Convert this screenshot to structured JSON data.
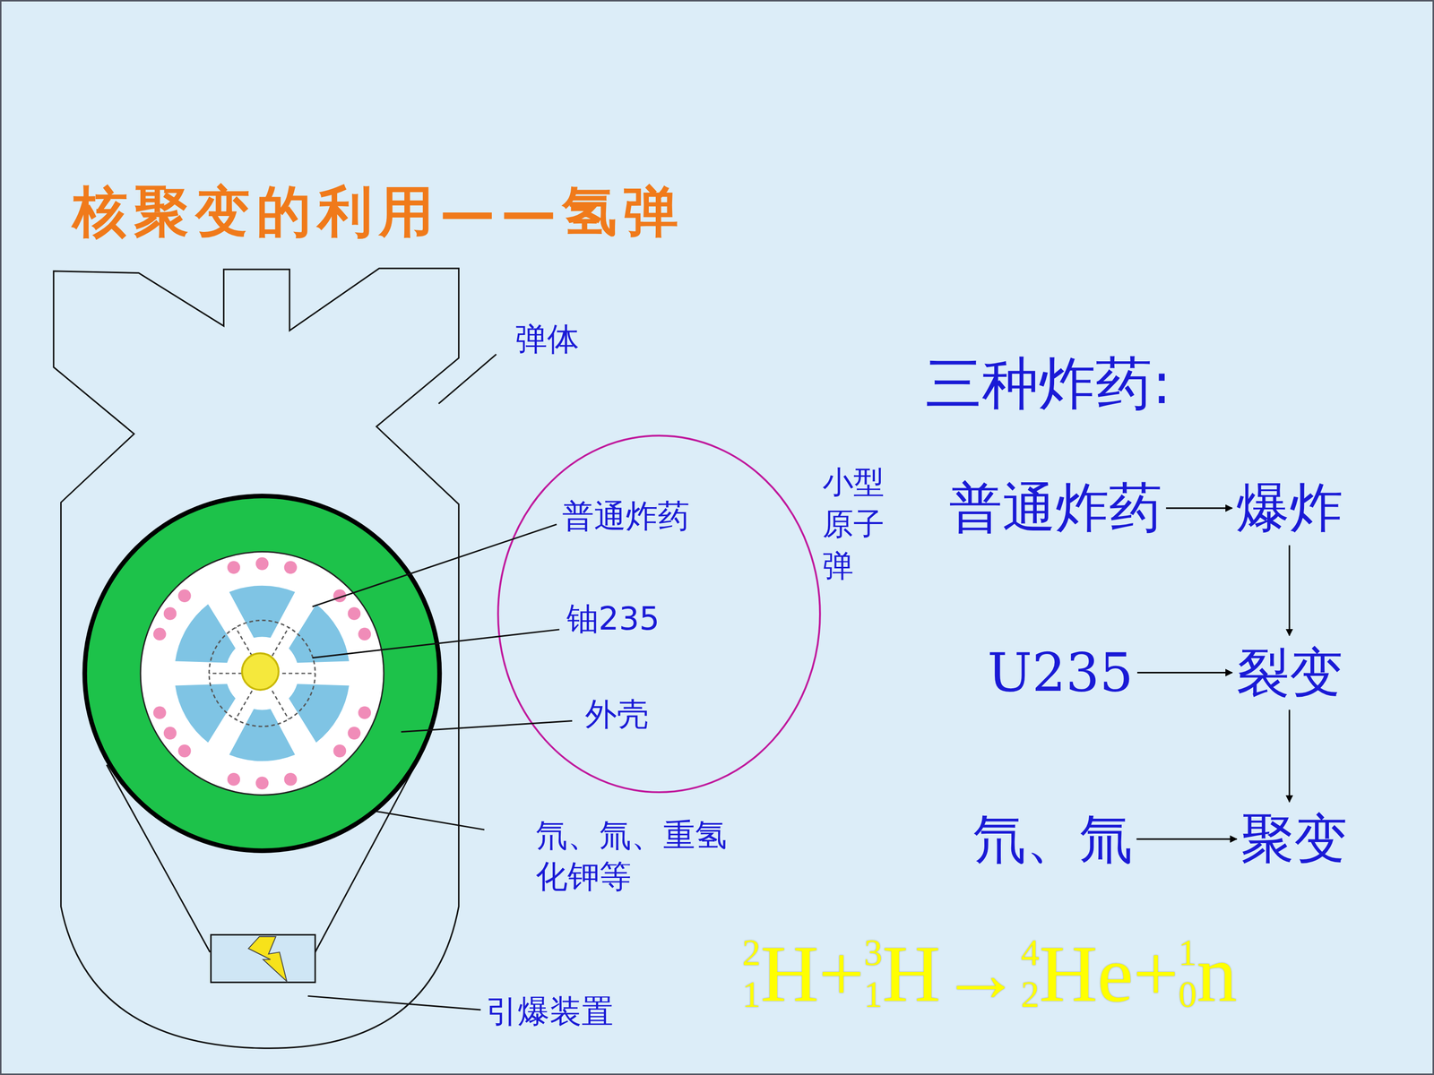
{
  "diagram": {
    "title": "核聚变的利用——氢弹",
    "nodes": [
      {
        "text": [
          "小型原子弹"
        ]
      },
      {
        "text": [
          "普通炸药"
        ]
      },
      {
        "text": [
          "爆炸"
        ]
      },
      {
        "text": [
          "U235"
        ]
      },
      {
        "text": [
          "裂变"
        ]
      },
      {
        "text": [
          "氘、氚"
        ]
      },
      {
        "text": [
          "聚变"
        ]
      }
    ],
    "edges": [
      {
        "from": 1,
        "to": 2,
        "arrow": "to"
      },
      {
        "from": 2,
        "to": 4,
        "arrow": "to"
      },
      {
        "from": 3,
        "to": 4,
        "arrow": "to"
      },
      {
        "from": 4,
        "to": 6,
        "arrow": "to"
      },
      {
        "from": 5,
        "to": 6,
        "arrow": "to"
      }
    ],
    "labels": [
      "三种炸药:",
      "弹体",
      "普通炸药",
      "铀235",
      "外壳",
      "氘、氚、重氢化钾等",
      "引爆装置",
      "2",
      "1",
      "H+",
      "3",
      "1",
      "H→",
      "4",
      "2",
      "He+",
      "1",
      "0",
      "n"
    ]
  }
}
